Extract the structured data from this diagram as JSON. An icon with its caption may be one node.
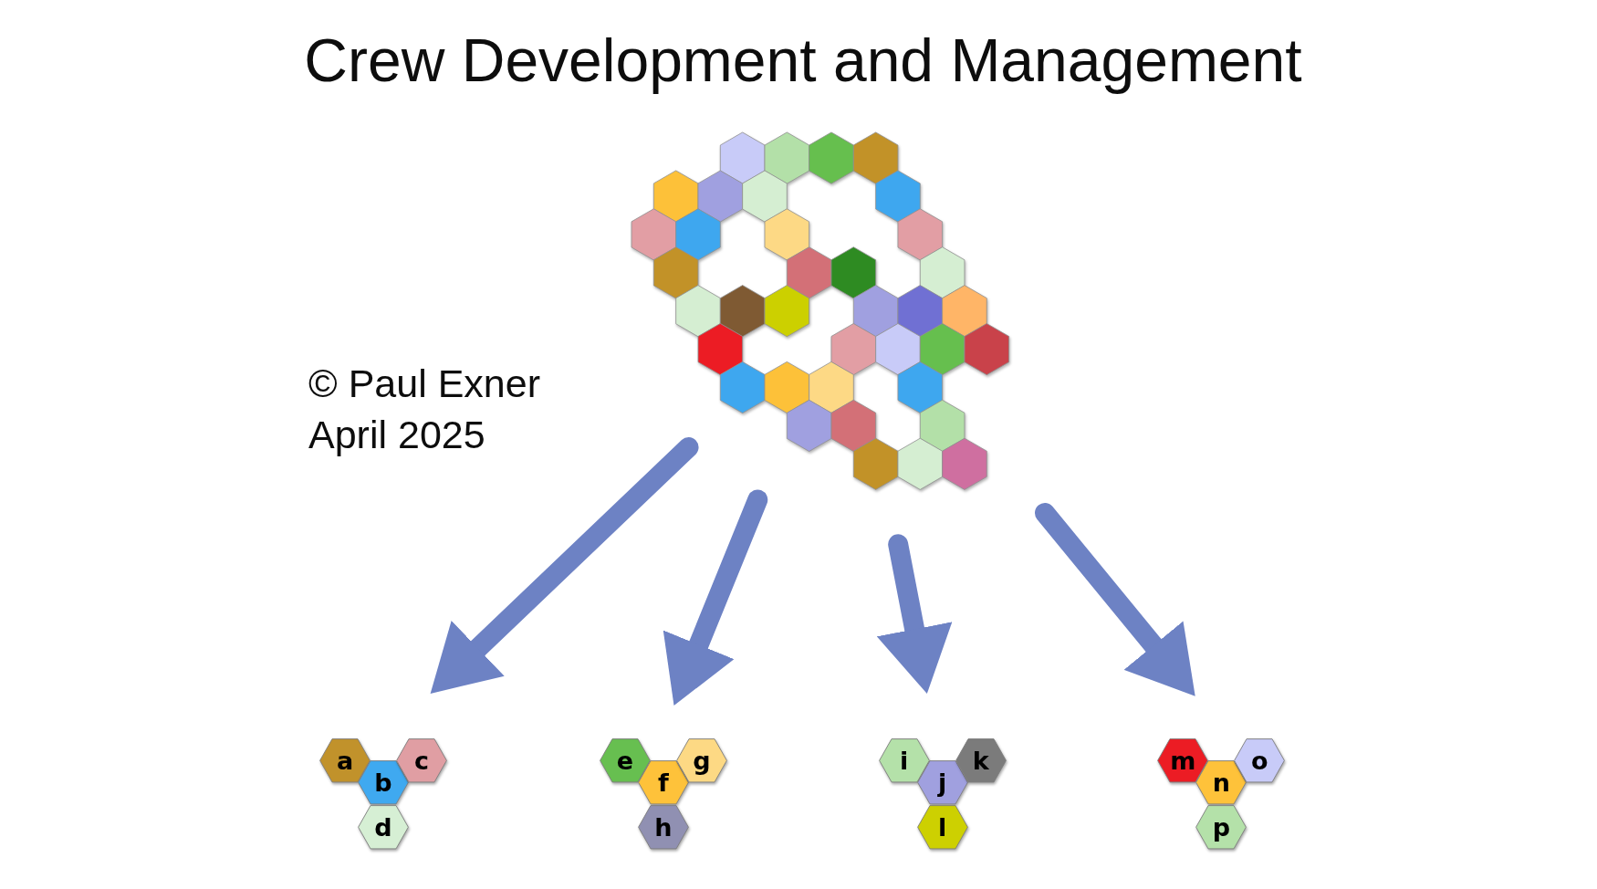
{
  "diagram": {
    "title": "Crew Development and Management",
    "nodes": [
      {
        "text": [],
        "shape": "picture"
      },
      {
        "text": [],
        "shape": "cluster"
      },
      {
        "text": [
          "a"
        ],
        "in": 1
      },
      {
        "text": [
          "b"
        ],
        "in": 1
      },
      {
        "text": [
          "c"
        ],
        "in": 1
      },
      {
        "text": [
          "d"
        ],
        "in": 1
      },
      {
        "text": [],
        "shape": "cluster"
      },
      {
        "text": [
          "e"
        ],
        "in": 6
      },
      {
        "text": [
          "f"
        ],
        "in": 6
      },
      {
        "text": [
          "g"
        ],
        "in": 6
      },
      {
        "text": [
          "h"
        ],
        "in": 6
      },
      {
        "text": [],
        "shape": "cluster"
      },
      {
        "text": [
          "i"
        ],
        "in": 11
      },
      {
        "text": [
          "j"
        ],
        "in": 11
      },
      {
        "text": [
          "k"
        ],
        "in": 11
      },
      {
        "text": [
          "l"
        ],
        "in": 11
      },
      {
        "text": [],
        "shape": "cluster"
      },
      {
        "text": [
          "m"
        ],
        "in": 16
      },
      {
        "text": [
          "n"
        ],
        "in": 16
      },
      {
        "text": [
          "o"
        ],
        "in": 16
      },
      {
        "text": [
          "p"
        ],
        "in": 16
      }
    ],
    "edges": [
      {
        "from": 0,
        "to": 1,
        "arrow": "to"
      },
      {
        "from": 0,
        "to": 6,
        "arrow": "to"
      },
      {
        "from": 0,
        "to": 11,
        "arrow": "to"
      },
      {
        "from": 0,
        "to": 16,
        "arrow": "to"
      }
    ],
    "labels": [
      "© Paul Exner",
      "April 2025"
    ]
  }
}
